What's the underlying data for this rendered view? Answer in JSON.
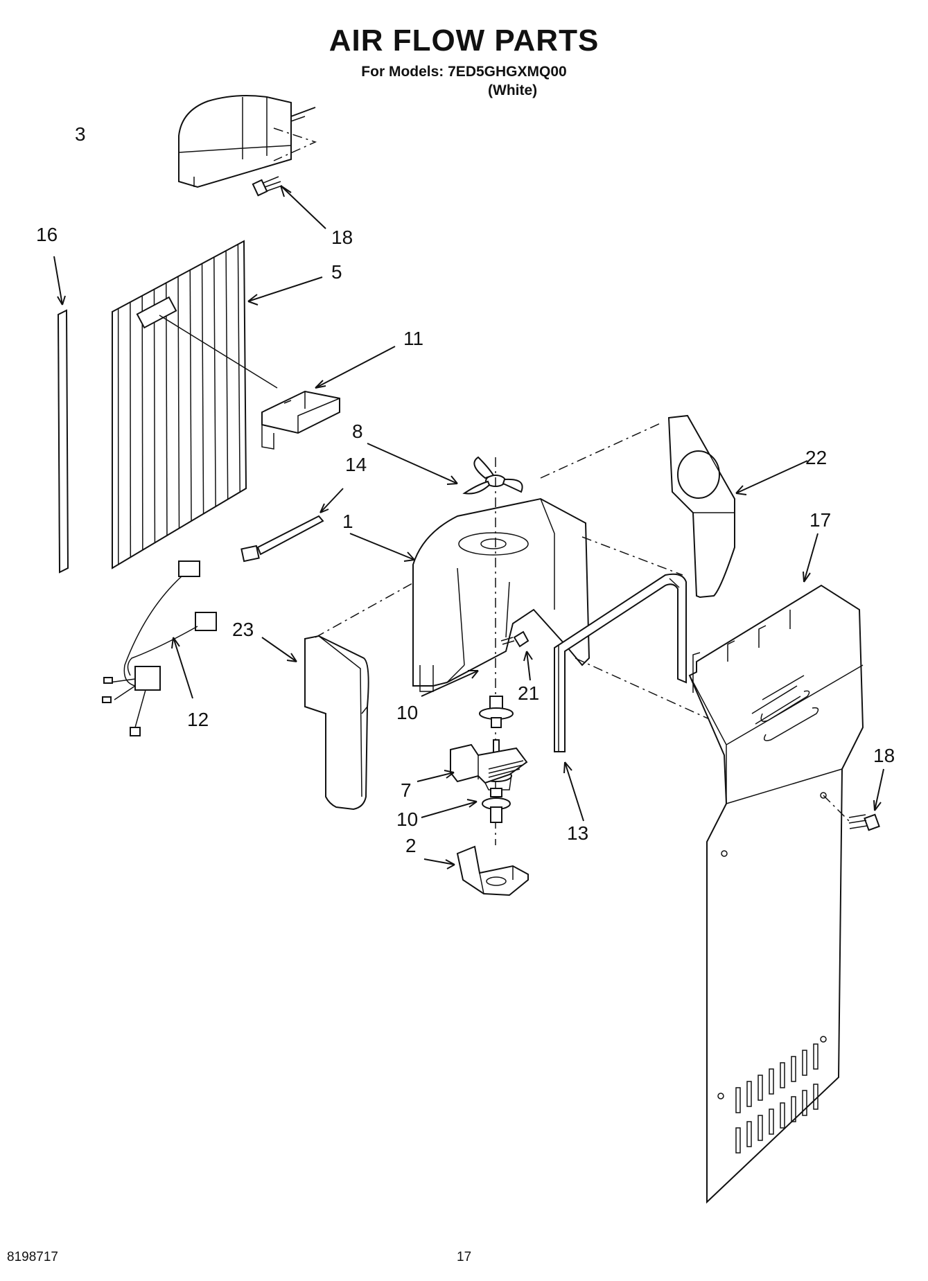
{
  "page": {
    "title": "AIR FLOW PARTS",
    "models_line": "For Models: 7ED5GHGXMQ00",
    "color_note": "(White)",
    "doc_number": "8198717",
    "page_number": "17"
  },
  "callouts": {
    "c1": "1",
    "c2": "2",
    "c3": "3",
    "c5": "5",
    "c7": "7",
    "c8": "8",
    "c10a": "10",
    "c10b": "10",
    "c11": "11",
    "c12": "12",
    "c13": "13",
    "c14": "14",
    "c16": "16",
    "c17": "17",
    "c18a": "18",
    "c18b": "18",
    "c21": "21",
    "c22": "22",
    "c23": "23"
  }
}
